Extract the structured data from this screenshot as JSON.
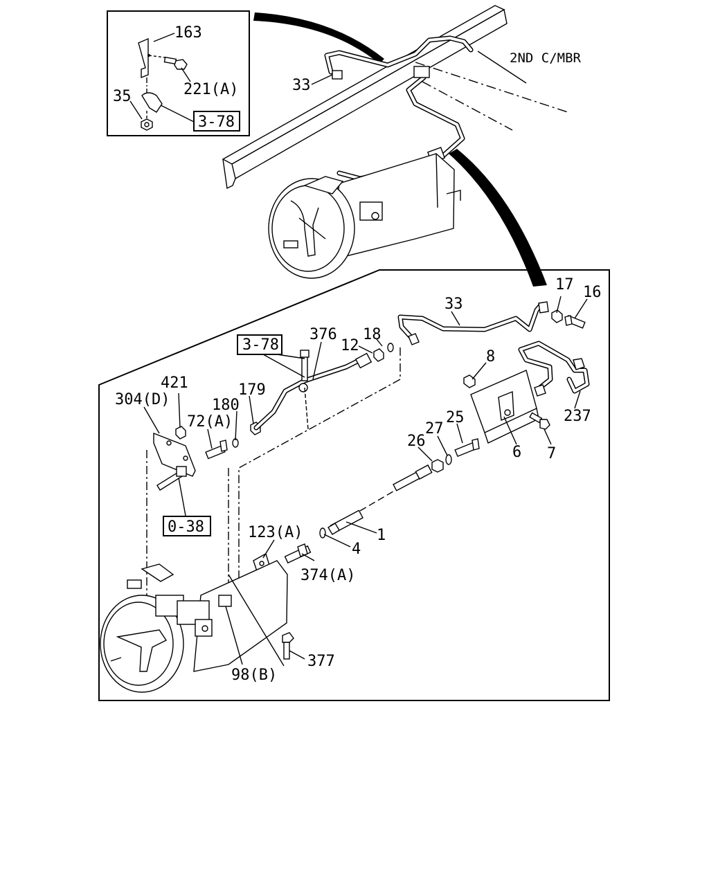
{
  "callouts": {
    "inset": {
      "p163": "163",
      "p221a": "221(A)",
      "p35": "35",
      "ref378": "3-78"
    },
    "overview": {
      "p33": "33",
      "crossmember": "2ND C/MBR"
    },
    "detail": {
      "p33": "33",
      "p17": "17",
      "p16": "16",
      "p376": "376",
      "p18": "18",
      "p12": "12",
      "ref378": "3-78",
      "p8": "8",
      "p421": "421",
      "p304d": "304(D)",
      "p180": "180",
      "p179": "179",
      "p72a": "72(A)",
      "p237": "237",
      "p25": "25",
      "p27": "27",
      "p26": "26",
      "p6": "6",
      "p7": "7",
      "ref038": "0-38",
      "p123a": "123(A)",
      "p1": "1",
      "p4": "4",
      "p374a": "374(A)",
      "p377": "377",
      "p98b": "98(B)"
    }
  }
}
